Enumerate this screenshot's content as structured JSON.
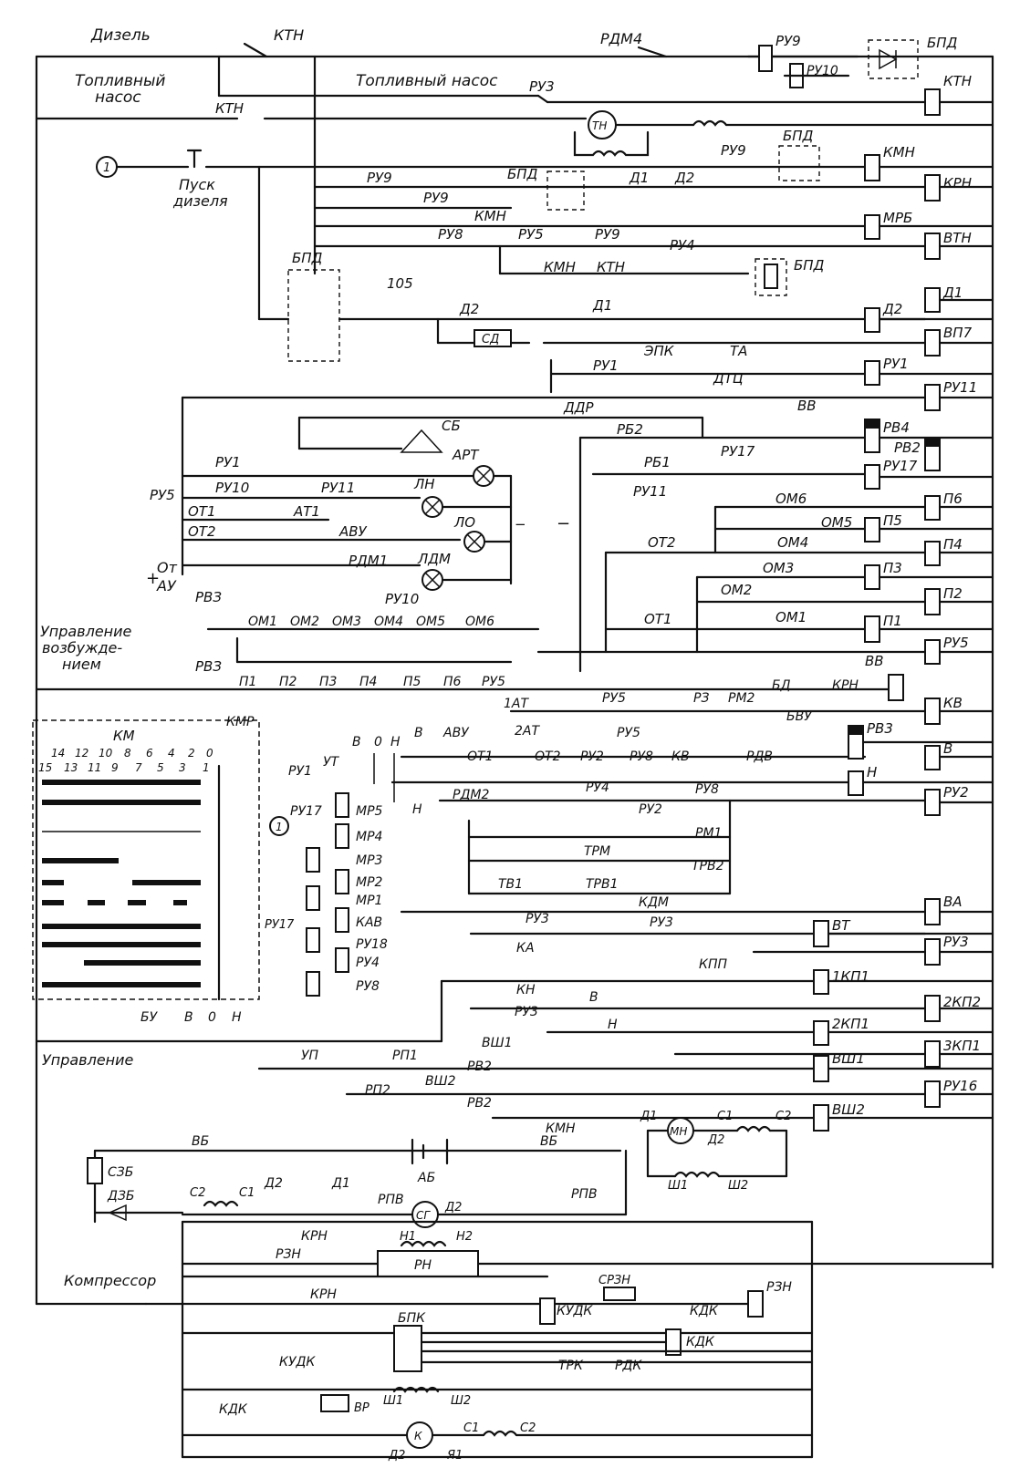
{
  "labels": {
    "diesel": "Дизель",
    "fuel_pump_left_1": "Топливный",
    "fuel_pump_left_2": "насос",
    "fuel_pump_top": "Топливный насос",
    "node_1": "1",
    "start_diesel_1": "Пуск",
    "start_diesel_2": "дизеля",
    "excitation_ctrl_1": "Управление",
    "excitation_ctrl_2": "возбужде-",
    "excitation_ctrl_3": "нием",
    "control": "Управление",
    "compressor": "Компрессор",
    "from_au_1": "От",
    "from_au_2": "АУ",
    "plus": "+",
    "minus": "−",
    "km": "КМ",
    "kmr": "КМР",
    "km_pos_even": [
      "14",
      "12",
      "10",
      "8",
      "6",
      "4",
      "2",
      "0"
    ],
    "km_pos_odd": [
      "15",
      "13",
      "11",
      "9",
      "7",
      "5",
      "3",
      "1"
    ],
    "bu": "БУ",
    "v": "В",
    "zero": "0",
    "n": "Н"
  },
  "coils_right": [
    "БПД",
    "КТН",
    "КМН",
    "КРН",
    "МРБ",
    "ВТН",
    "Д1",
    "Д2",
    "ВП7",
    "РУ1",
    "РУ11",
    "РВ4",
    "РВ2",
    "РУ17",
    "П6",
    "П5",
    "П4",
    "П3",
    "П2",
    "П1",
    "РУ5",
    "КВ",
    "РВ3",
    "В",
    "Н",
    "РУ2",
    "ВА",
    "ВТ",
    "РУ3",
    "1КП1",
    "2КП2",
    "2КП1",
    "3КП1",
    "ВШ1",
    "РУ16",
    "ВШ2"
  ],
  "contacts": [
    "КТН",
    "РДМ4",
    "РУ9",
    "РУ10",
    "РУ3",
    "КТН",
    "РУ9",
    "БПД",
    "Д1",
    "Д2",
    "РУ9",
    "КМН",
    "РУ8",
    "РУ5",
    "РУ9",
    "КМН",
    "КТН",
    "РУ4",
    "БПД",
    "105",
    "Д2",
    "СД",
    "Д1",
    "ЭПК",
    "ТА",
    "РУ1",
    "ДТЦ",
    "ДДР",
    "ВВ",
    "РБ2",
    "РБ1",
    "РУ17",
    "РУ11",
    "ОМ6",
    "ОМ5",
    "ОТ2",
    "ОМ4",
    "ОМ3",
    "ОТ1",
    "ОМ2",
    "ОМ1"
  ],
  "lamps": [
    "АРТ",
    "ЛН",
    "ЛО",
    "ЛДМ"
  ],
  "lamp_panel": [
    "РУ1",
    "РУ10",
    "РУ11",
    "РУ5",
    "ОТ1",
    "АТ1",
    "ОТ2",
    "АВУ",
    "РДМ1",
    "РУ10",
    "СБ"
  ],
  "field_chain": [
    "РВЗ",
    "ОМ1",
    "ОМ2",
    "ОМ3",
    "ОМ4",
    "ОМ5",
    "ОМ6"
  ],
  "p_chain": [
    "РВЗ",
    "П1",
    "П2",
    "П3",
    "П4",
    "П5",
    "П6",
    "РУ5",
    "1АТ"
  ],
  "row_kv": [
    "РУ5",
    "РЗ",
    "РМ2",
    "БД",
    "КРН",
    "ВВ",
    "БВУ"
  ],
  "row_v": [
    "В",
    "АВУ",
    "ОТ1",
    "2АТ",
    "ОТ2",
    "РУ2",
    "РУ5",
    "РУ8",
    "КВ",
    "РДВ"
  ],
  "km_coils": [
    "РУ1",
    "УТ",
    "РУ17",
    "МР5",
    "МР4",
    "МР3",
    "МР2",
    "МР1",
    "РУ17",
    "КАВ",
    "РУ18",
    "РУ4",
    "РУ8"
  ],
  "mid_rows": [
    "РДМ2",
    "РУ4",
    "РУ2",
    "РУ8",
    "РМ1",
    "ТРМ",
    "ТРВ2",
    "ТВ1",
    "ТРВ1",
    "КДМ"
  ],
  "lower_rows": [
    "РУ3",
    "КА",
    "РУ3",
    "КН",
    "РУ3",
    "КПП",
    "В",
    "Н",
    "ВШ1",
    "УП",
    "РП1",
    "РВ2",
    "РП2",
    "ВШ2",
    "РВ2",
    "КМН"
  ],
  "battery": [
    "ВБ",
    "АБ",
    "ВБ",
    "РПВ",
    "СЗБ",
    "ДЗБ",
    "Д2",
    "Д1",
    "С2",
    "С1",
    "РПВ",
    "СГ",
    "Д2",
    "МН",
    "Д1",
    "С1",
    "С2",
    "Д2",
    "Ш1",
    "Ш2"
  ],
  "compressor_ckt": [
    "КРН",
    "РЗН",
    "Н1",
    "Н2",
    "РН",
    "СРЗН",
    "РЗН",
    "КРН",
    "КУДК",
    "КДК",
    "БПК",
    "КДК",
    "КУДК",
    "ТРК",
    "РДК",
    "КДК",
    "ВР",
    "Ш1",
    "Ш2",
    "К",
    "С1",
    "С2",
    "Д2",
    "Я1"
  ],
  "tn_motor": "ТН"
}
